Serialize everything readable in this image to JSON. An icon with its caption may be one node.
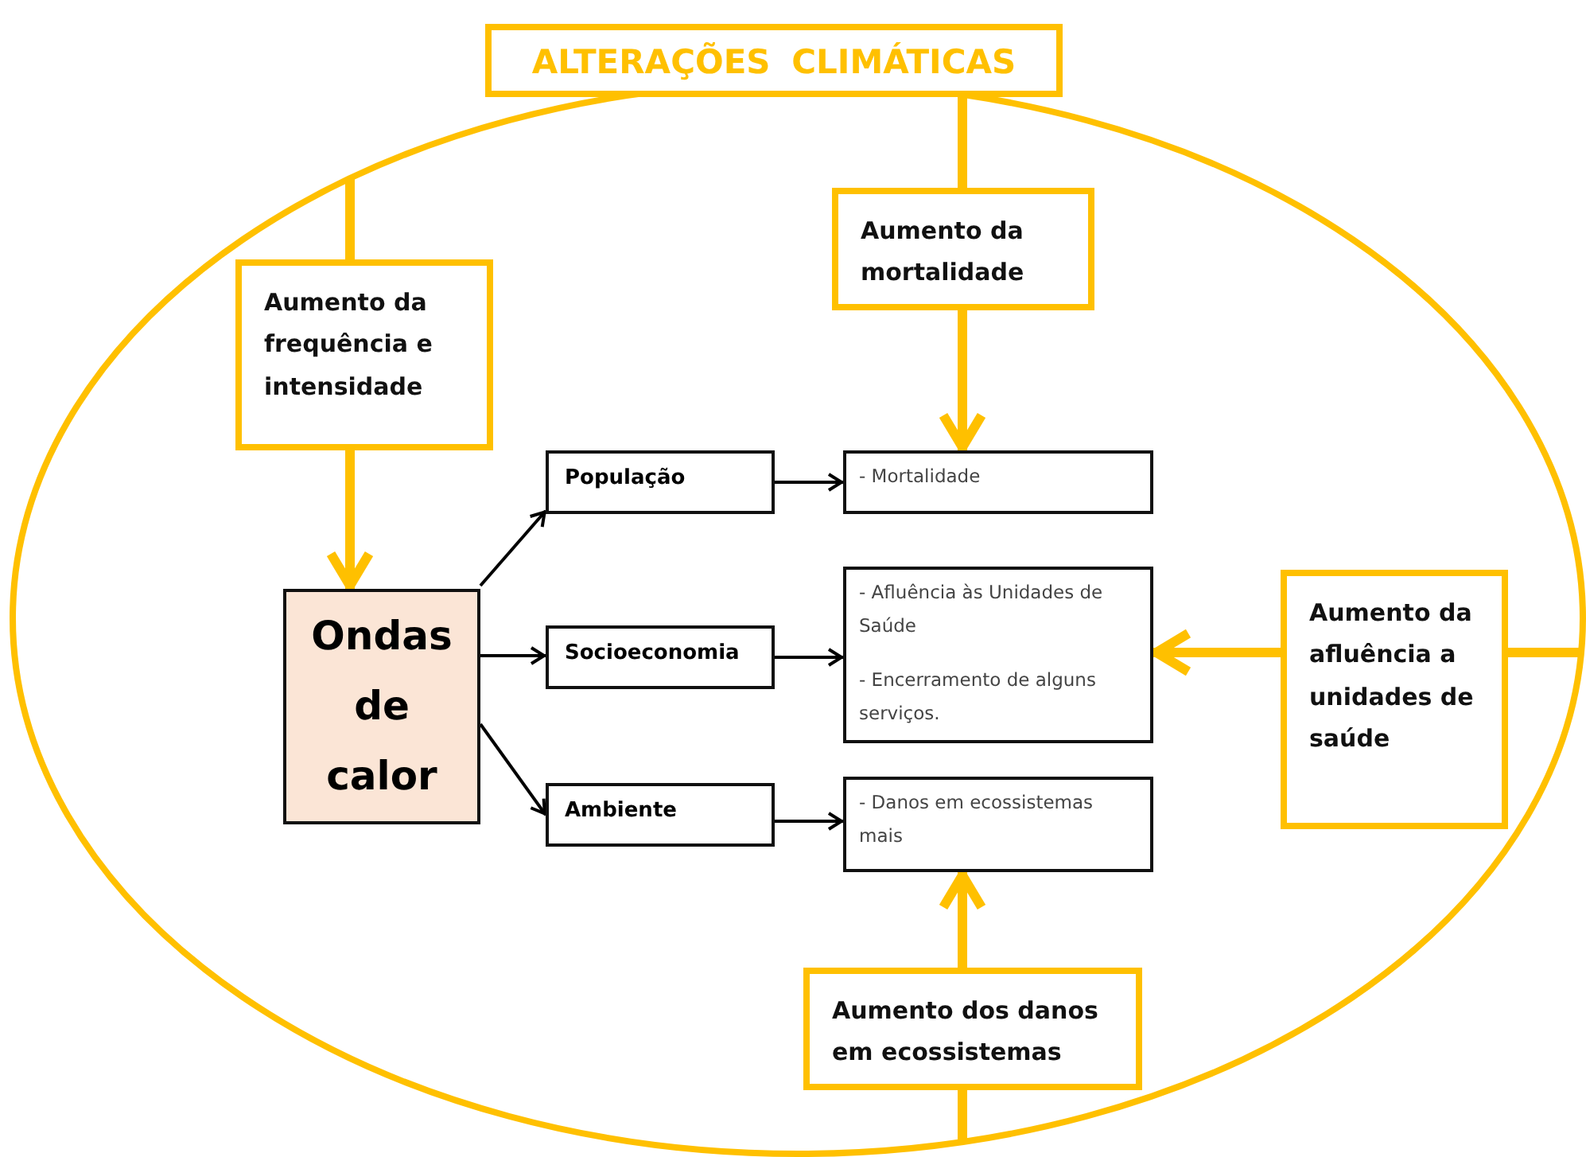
{
  "diagram": {
    "nodes": [
      {
        "text": [],
        "shape": "ellipse"
      },
      {
        "text": [
          "ALTERAÇÕES CLIMÁTICAS"
        ]
      },
      {
        "text": [
          "Aumento da frequência e intensidade"
        ],
        "in": 0
      },
      {
        "text": [
          "Aumento da mortalidade"
        ],
        "in": 0
      },
      {
        "text": [
          "Ondas de calor"
        ],
        "in": 0
      },
      {
        "text": [
          "População"
        ],
        "in": 0
      },
      {
        "text": [
          "Socioeconomia"
        ],
        "in": 0
      },
      {
        "text": [
          "Ambiente"
        ],
        "in": 0
      },
      {
        "text": [
          "- Mortalidade"
        ],
        "in": 0
      },
      {
        "text": [
          "- Afluência às Unidades de Saúde",
          "- Encerramento de alguns serviços."
        ],
        "in": 0
      },
      {
        "text": [
          "- Danos em ecossistemas mais"
        ],
        "in": 0
      },
      {
        "text": [
          "Aumento da afluência a unidades de saúde"
        ],
        "in": 0
      },
      {
        "text": [
          "Aumento dos danos em ecossistemas"
        ],
        "in": 0
      }
    ],
    "edges": [
      {
        "from": 0,
        "to": 2,
        "arrow": "none"
      },
      {
        "from": 2,
        "to": 4,
        "arrow": "to"
      },
      {
        "from": 1,
        "to": 3,
        "arrow": "none"
      },
      {
        "from": 3,
        "to": 8,
        "arrow": "to"
      },
      {
        "from": 0,
        "to": 11,
        "arrow": "none"
      },
      {
        "from": 11,
        "to": 9,
        "arrow": "to"
      },
      {
        "from": 0,
        "to": 12,
        "arrow": "none"
      },
      {
        "from": 12,
        "to": 10,
        "arrow": "to"
      },
      {
        "from": 4,
        "to": 5,
        "arrow": "to",
        "color": "#000000"
      },
      {
        "from": 4,
        "to": 6,
        "arrow": "to",
        "color": "#000000"
      },
      {
        "from": 4,
        "to": 7,
        "arrow": "to",
        "color": "#000000"
      },
      {
        "from": 5,
        "to": 8,
        "arrow": "to",
        "color": "#000000"
      },
      {
        "from": 6,
        "to": 9,
        "arrow": "to",
        "color": "#000000"
      },
      {
        "from": 7,
        "to": 10,
        "arrow": "to",
        "color": "#000000"
      }
    ]
  }
}
